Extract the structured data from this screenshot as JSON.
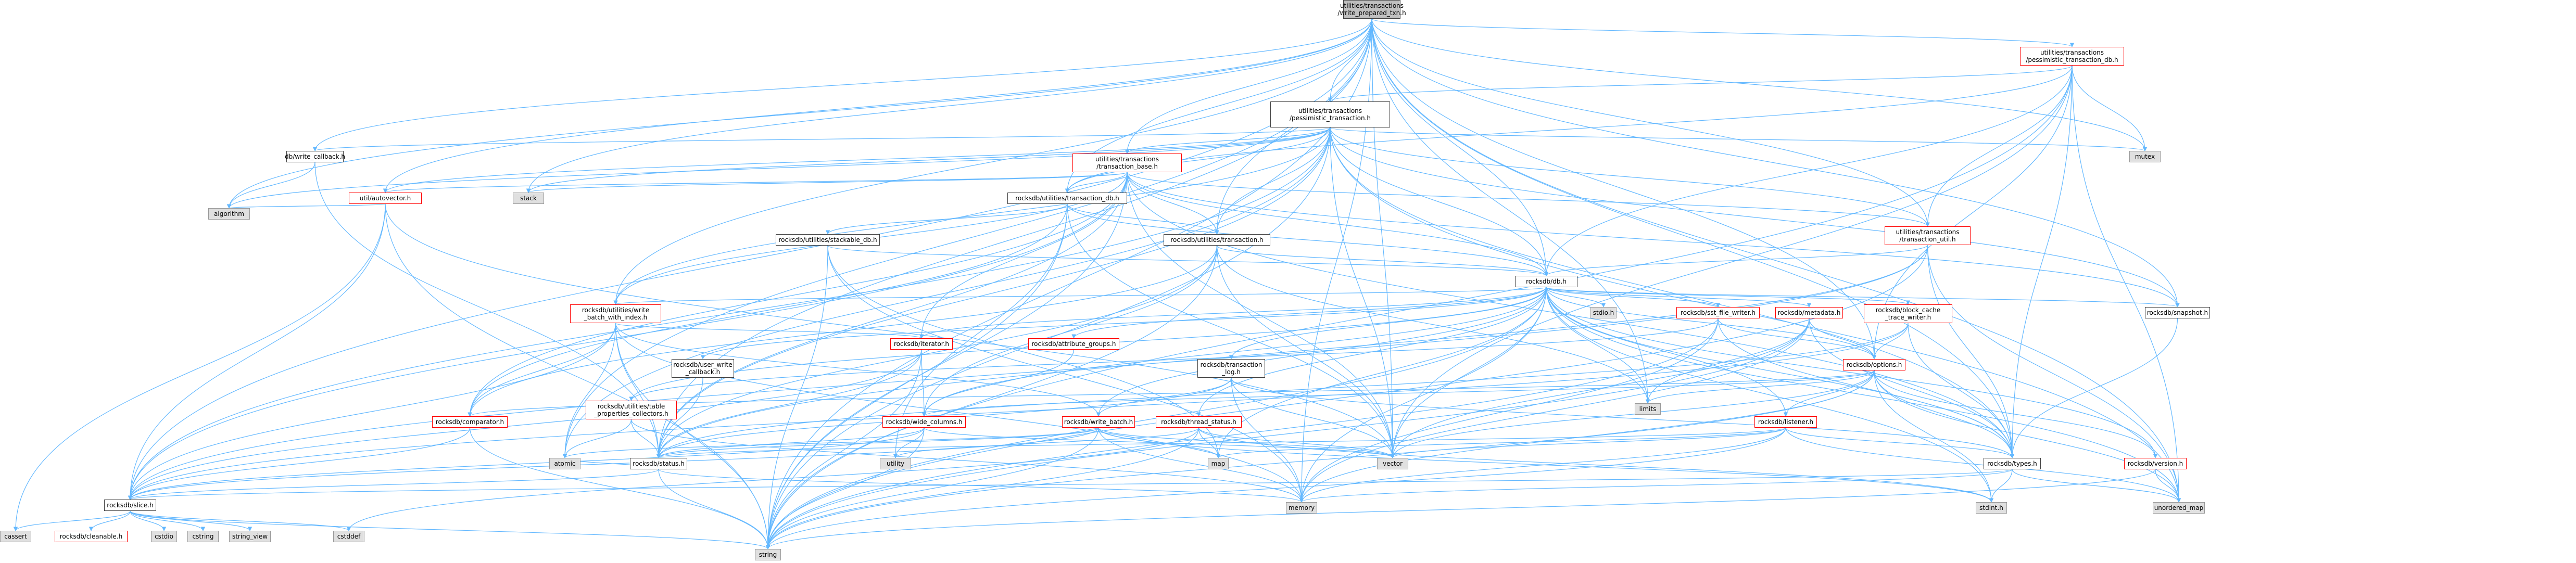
{
  "colors": {
    "edge": "#63b8ff",
    "root_fill": "#bfbfbf",
    "root_stroke": "#404040",
    "file_fill": "#ffffff",
    "file_stroke": "#404040",
    "missing_stroke": "#ff0000",
    "system_fill": "#e0e0e0",
    "system_stroke": "#999999"
  },
  "nodes": [
    {
      "id": "root",
      "lines": [
        "utilities/transactions",
        "/write_prepared_txn.h"
      ],
      "kind": "root"
    },
    {
      "id": "pess_db",
      "lines": [
        "utilities/transactions",
        "/pessimistic_transaction_db.h"
      ],
      "kind": "missing"
    },
    {
      "id": "pess",
      "lines": [
        "utilities/transactions",
        "/pessimistic_transaction.h"
      ],
      "kind": "file"
    },
    {
      "id": "write_callback",
      "lines": [
        "db/write_callback.h"
      ],
      "kind": "file"
    },
    {
      "id": "mutex",
      "lines": [
        "mutex"
      ],
      "kind": "system"
    },
    {
      "id": "txn_base",
      "lines": [
        "utilities/transactions",
        "/transaction_base.h"
      ],
      "kind": "missing"
    },
    {
      "id": "stack",
      "lines": [
        "stack"
      ],
      "kind": "system"
    },
    {
      "id": "autovector",
      "lines": [
        "util/autovector.h"
      ],
      "kind": "missing"
    },
    {
      "id": "util_txn_db",
      "lines": [
        "rocksdb/utilities/transaction_db.h"
      ],
      "kind": "file"
    },
    {
      "id": "algorithm",
      "lines": [
        "algorithm"
      ],
      "kind": "system"
    },
    {
      "id": "stackable",
      "lines": [
        "rocksdb/utilities/stackable_db.h"
      ],
      "kind": "file"
    },
    {
      "id": "util_txn",
      "lines": [
        "rocksdb/utilities/transaction.h"
      ],
      "kind": "file"
    },
    {
      "id": "txn_util",
      "lines": [
        "utilities/transactions",
        "/transaction_util.h"
      ],
      "kind": "missing"
    },
    {
      "id": "db",
      "lines": [
        "rocksdb/db.h"
      ],
      "kind": "file"
    },
    {
      "id": "stdio",
      "lines": [
        "stdio.h"
      ],
      "kind": "system"
    },
    {
      "id": "sst_writer",
      "lines": [
        "rocksdb/sst_file_writer.h"
      ],
      "kind": "missing"
    },
    {
      "id": "metadata",
      "lines": [
        "rocksdb/metadata.h"
      ],
      "kind": "missing"
    },
    {
      "id": "bc_tracer",
      "lines": [
        "rocksdb/block_cache",
        "_trace_writer.h"
      ],
      "kind": "missing"
    },
    {
      "id": "snapshot",
      "lines": [
        "rocksdb/snapshot.h"
      ],
      "kind": "file"
    },
    {
      "id": "wbwi",
      "lines": [
        "rocksdb/utilities/write",
        "_batch_with_index.h"
      ],
      "kind": "missing"
    },
    {
      "id": "iterator",
      "lines": [
        "rocksdb/iterator.h"
      ],
      "kind": "missing"
    },
    {
      "id": "attr_groups",
      "lines": [
        "rocksdb/attribute_groups.h"
      ],
      "kind": "missing"
    },
    {
      "id": "user_write_cb",
      "lines": [
        "rocksdb/user_write",
        "_callback.h"
      ],
      "kind": "file"
    },
    {
      "id": "txn_log",
      "lines": [
        "rocksdb/transaction",
        "_log.h"
      ],
      "kind": "file"
    },
    {
      "id": "options",
      "lines": [
        "rocksdb/options.h"
      ],
      "kind": "missing"
    },
    {
      "id": "limits",
      "lines": [
        "limits"
      ],
      "kind": "system"
    },
    {
      "id": "table_props",
      "lines": [
        "rocksdb/utilities/table",
        "_properties_collectors.h"
      ],
      "kind": "missing"
    },
    {
      "id": "comparator",
      "lines": [
        "rocksdb/comparator.h"
      ],
      "kind": "missing"
    },
    {
      "id": "wide_columns",
      "lines": [
        "rocksdb/wide_columns.h"
      ],
      "kind": "missing"
    },
    {
      "id": "write_batch",
      "lines": [
        "rocksdb/write_batch.h"
      ],
      "kind": "missing"
    },
    {
      "id": "thread_status",
      "lines": [
        "rocksdb/thread_status.h"
      ],
      "kind": "missing"
    },
    {
      "id": "listener",
      "lines": [
        "rocksdb/listener.h"
      ],
      "kind": "missing"
    },
    {
      "id": "version",
      "lines": [
        "rocksdb/version.h"
      ],
      "kind": "missing"
    },
    {
      "id": "status",
      "lines": [
        "rocksdb/status.h"
      ],
      "kind": "file"
    },
    {
      "id": "atomic",
      "lines": [
        "atomic"
      ],
      "kind": "system"
    },
    {
      "id": "utility",
      "lines": [
        "utility"
      ],
      "kind": "system"
    },
    {
      "id": "map",
      "lines": [
        "map"
      ],
      "kind": "system"
    },
    {
      "id": "vector",
      "lines": [
        "vector"
      ],
      "kind": "system"
    },
    {
      "id": "types",
      "lines": [
        "rocksdb/types.h"
      ],
      "kind": "file"
    },
    {
      "id": "slice",
      "lines": [
        "rocksdb/slice.h"
      ],
      "kind": "file"
    },
    {
      "id": "memory",
      "lines": [
        "memory"
      ],
      "kind": "system"
    },
    {
      "id": "stdint",
      "lines": [
        "stdint.h"
      ],
      "kind": "system"
    },
    {
      "id": "unordered_map",
      "lines": [
        "unordered_map"
      ],
      "kind": "system"
    },
    {
      "id": "cassert",
      "lines": [
        "cassert"
      ],
      "kind": "system"
    },
    {
      "id": "cleanable",
      "lines": [
        "rocksdb/cleanable.h"
      ],
      "kind": "missing"
    },
    {
      "id": "cstdio",
      "lines": [
        "cstdio"
      ],
      "kind": "system"
    },
    {
      "id": "cstring",
      "lines": [
        "cstring"
      ],
      "kind": "system"
    },
    {
      "id": "string_view",
      "lines": [
        "string_view"
      ],
      "kind": "system"
    },
    {
      "id": "cstddef",
      "lines": [
        "cstddef"
      ],
      "kind": "system"
    },
    {
      "id": "string",
      "lines": [
        "string"
      ],
      "kind": "system"
    }
  ],
  "edges": [
    [
      "root",
      "pess_db"
    ],
    [
      "root",
      "pess"
    ],
    [
      "root",
      "write_callback"
    ],
    [
      "root",
      "mutex"
    ],
    [
      "root",
      "stack"
    ],
    [
      "root",
      "algorithm"
    ],
    [
      "root",
      "autovector"
    ],
    [
      "root",
      "txn_base"
    ],
    [
      "root",
      "util_txn_db"
    ],
    [
      "root",
      "util_txn"
    ],
    [
      "root",
      "txn_util"
    ],
    [
      "root",
      "db"
    ],
    [
      "root",
      "snapshot"
    ],
    [
      "root",
      "wbwi"
    ],
    [
      "root",
      "options"
    ],
    [
      "root",
      "status"
    ],
    [
      "root",
      "atomic"
    ],
    [
      "root",
      "vector"
    ],
    [
      "root",
      "types"
    ],
    [
      "root",
      "slice"
    ],
    [
      "root",
      "unordered_map"
    ],
    [
      "root",
      "string"
    ],
    [
      "root",
      "memory"
    ],
    [
      "root",
      "limits"
    ],
    [
      "pess_db",
      "pess"
    ],
    [
      "pess_db",
      "util_txn_db"
    ],
    [
      "pess_db",
      "db"
    ],
    [
      "pess_db",
      "mutex"
    ],
    [
      "pess_db",
      "options"
    ],
    [
      "pess_db",
      "unordered_map"
    ],
    [
      "pess_db",
      "string"
    ],
    [
      "pess_db",
      "vector"
    ],
    [
      "pess_db",
      "types"
    ],
    [
      "pess_db",
      "txn_util"
    ],
    [
      "pess",
      "write_callback"
    ],
    [
      "pess",
      "mutex"
    ],
    [
      "pess",
      "txn_base"
    ],
    [
      "pess",
      "stack"
    ],
    [
      "pess",
      "autovector"
    ],
    [
      "pess",
      "util_txn_db"
    ],
    [
      "pess",
      "util_txn"
    ],
    [
      "pess",
      "txn_util"
    ],
    [
      "pess",
      "db"
    ],
    [
      "pess",
      "snapshot"
    ],
    [
      "pess",
      "wbwi"
    ],
    [
      "pess",
      "status"
    ],
    [
      "pess",
      "slice"
    ],
    [
      "pess",
      "string"
    ],
    [
      "pess",
      "unordered_map"
    ],
    [
      "pess",
      "vector"
    ],
    [
      "pess",
      "algorithm"
    ],
    [
      "pess",
      "atomic"
    ],
    [
      "pess",
      "types"
    ],
    [
      "write_callback",
      "status"
    ],
    [
      "write_callback",
      "algorithm"
    ],
    [
      "txn_base",
      "stack"
    ],
    [
      "txn_base",
      "autovector"
    ],
    [
      "txn_base",
      "util_txn_db"
    ],
    [
      "txn_base",
      "util_txn"
    ],
    [
      "txn_base",
      "txn_util"
    ],
    [
      "txn_base",
      "db"
    ],
    [
      "txn_base",
      "snapshot"
    ],
    [
      "txn_base",
      "wbwi"
    ],
    [
      "txn_base",
      "status"
    ],
    [
      "txn_base",
      "slice"
    ],
    [
      "txn_base",
      "string"
    ],
    [
      "txn_base",
      "vector"
    ],
    [
      "txn_base",
      "types"
    ],
    [
      "txn_base",
      "iterator"
    ],
    [
      "txn_base",
      "comparator"
    ],
    [
      "autovector",
      "algorithm"
    ],
    [
      "autovector",
      "cassert"
    ],
    [
      "autovector",
      "slice"
    ],
    [
      "autovector",
      "string"
    ],
    [
      "autovector",
      "vector"
    ],
    [
      "util_txn_db",
      "stackable"
    ],
    [
      "util_txn_db",
      "util_txn"
    ],
    [
      "util_txn_db",
      "db"
    ],
    [
      "util_txn_db",
      "comparator"
    ],
    [
      "util_txn_db",
      "string"
    ],
    [
      "util_txn_db",
      "utility"
    ],
    [
      "util_txn_db",
      "vector"
    ],
    [
      "stackable",
      "db"
    ],
    [
      "stackable",
      "map"
    ],
    [
      "stackable",
      "memory"
    ],
    [
      "stackable",
      "string"
    ],
    [
      "util_txn",
      "db"
    ],
    [
      "util_txn",
      "comparator"
    ],
    [
      "util_txn",
      "status"
    ],
    [
      "util_txn",
      "string"
    ],
    [
      "util_txn",
      "vector"
    ],
    [
      "util_txn",
      "limits"
    ],
    [
      "util_txn",
      "wide_columns"
    ],
    [
      "txn_util",
      "db"
    ],
    [
      "txn_util",
      "status"
    ],
    [
      "txn_util",
      "types"
    ],
    [
      "txn_util",
      "unordered_map"
    ],
    [
      "txn_util",
      "string"
    ],
    [
      "txn_util",
      "slice"
    ],
    [
      "db",
      "stdio"
    ],
    [
      "db",
      "sst_writer"
    ],
    [
      "db",
      "metadata"
    ],
    [
      "db",
      "bc_tracer"
    ],
    [
      "db",
      "snapshot"
    ],
    [
      "db",
      "wbwi"
    ],
    [
      "db",
      "iterator"
    ],
    [
      "db",
      "attr_groups"
    ],
    [
      "db",
      "user_write_cb"
    ],
    [
      "db",
      "txn_log"
    ],
    [
      "db",
      "options"
    ],
    [
      "db",
      "table_props"
    ],
    [
      "db",
      "wide_columns"
    ],
    [
      "db",
      "write_batch"
    ],
    [
      "db",
      "thread_status"
    ],
    [
      "db",
      "listener"
    ],
    [
      "db",
      "version"
    ],
    [
      "db",
      "types"
    ],
    [
      "db",
      "map"
    ],
    [
      "db",
      "memory"
    ],
    [
      "db",
      "string"
    ],
    [
      "db",
      "unordered_map"
    ],
    [
      "db",
      "vector"
    ],
    [
      "db",
      "stdint"
    ],
    [
      "db",
      "limits"
    ],
    [
      "sst_writer",
      "options"
    ],
    [
      "sst_writer",
      "memory"
    ],
    [
      "sst_writer",
      "string"
    ],
    [
      "sst_writer",
      "types"
    ],
    [
      "sst_writer",
      "table_props"
    ],
    [
      "metadata",
      "options"
    ],
    [
      "metadata",
      "types"
    ],
    [
      "metadata",
      "limits"
    ],
    [
      "metadata",
      "string"
    ],
    [
      "metadata",
      "vector"
    ],
    [
      "metadata",
      "memory"
    ],
    [
      "bc_tracer",
      "options"
    ],
    [
      "bc_tracer",
      "types"
    ],
    [
      "bc_tracer",
      "slice"
    ],
    [
      "bc_tracer",
      "status"
    ],
    [
      "snapshot",
      "types"
    ],
    [
      "wbwi",
      "comparator"
    ],
    [
      "wbwi",
      "iterator"
    ],
    [
      "wbwi",
      "slice"
    ],
    [
      "wbwi",
      "status"
    ],
    [
      "wbwi",
      "write_batch"
    ],
    [
      "wbwi",
      "memory"
    ],
    [
      "wbwi",
      "string"
    ],
    [
      "wbwi",
      "atomic"
    ],
    [
      "iterator",
      "slice"
    ],
    [
      "iterator",
      "status"
    ],
    [
      "iterator",
      "wide_columns"
    ],
    [
      "iterator",
      "string"
    ],
    [
      "attr_groups",
      "wide_columns"
    ],
    [
      "user_write_cb",
      "status"
    ],
    [
      "txn_log",
      "status"
    ],
    [
      "txn_log",
      "memory"
    ],
    [
      "txn_log",
      "vector"
    ],
    [
      "txn_log",
      "types"
    ],
    [
      "txn_log",
      "write_batch"
    ],
    [
      "options",
      "comparator"
    ],
    [
      "options",
      "listener"
    ],
    [
      "options",
      "version"
    ],
    [
      "options",
      "types"
    ],
    [
      "options",
      "limits"
    ],
    [
      "options",
      "unordered_map"
    ],
    [
      "options",
      "vector"
    ],
    [
      "options",
      "string"
    ],
    [
      "options",
      "memory"
    ],
    [
      "options",
      "stdint"
    ],
    [
      "options",
      "wide_columns"
    ],
    [
      "table_props",
      "status"
    ],
    [
      "table_props",
      "memory"
    ],
    [
      "table_props",
      "atomic"
    ],
    [
      "comparator",
      "string"
    ],
    [
      "comparator",
      "slice"
    ],
    [
      "wide_columns",
      "slice"
    ],
    [
      "wide_columns",
      "status"
    ],
    [
      "wide_columns",
      "utility"
    ],
    [
      "wide_columns",
      "vector"
    ],
    [
      "wide_columns",
      "string"
    ],
    [
      "write_batch",
      "slice"
    ],
    [
      "write_batch",
      "status"
    ],
    [
      "write_batch",
      "atomic"
    ],
    [
      "write_batch",
      "stdint"
    ],
    [
      "write_batch",
      "string"
    ],
    [
      "write_batch",
      "vector"
    ],
    [
      "write_batch",
      "memory"
    ],
    [
      "write_batch",
      "map"
    ],
    [
      "thread_status",
      "cstddef"
    ],
    [
      "thread_status",
      "map"
    ],
    [
      "thread_status",
      "utility"
    ],
    [
      "thread_status",
      "string"
    ],
    [
      "thread_status",
      "vector"
    ],
    [
      "thread_status",
      "stdint"
    ],
    [
      "listener",
      "memory"
    ],
    [
      "listener",
      "string"
    ],
    [
      "listener",
      "unordered_map"
    ],
    [
      "listener",
      "vector"
    ],
    [
      "listener",
      "types"
    ],
    [
      "listener",
      "status"
    ],
    [
      "listener",
      "map"
    ],
    [
      "version",
      "string"
    ],
    [
      "version",
      "unordered_map"
    ],
    [
      "status",
      "slice"
    ],
    [
      "status",
      "memory"
    ],
    [
      "status",
      "string"
    ],
    [
      "status",
      "atomic"
    ],
    [
      "types",
      "slice"
    ],
    [
      "types",
      "stdint"
    ],
    [
      "types",
      "unordered_map"
    ],
    [
      "types",
      "memory"
    ],
    [
      "slice",
      "cassert"
    ],
    [
      "slice",
      "cleanable"
    ],
    [
      "slice",
      "cstdio"
    ],
    [
      "slice",
      "cstring"
    ],
    [
      "slice",
      "string_view"
    ],
    [
      "slice",
      "cstddef"
    ],
    [
      "slice",
      "string"
    ]
  ]
}
